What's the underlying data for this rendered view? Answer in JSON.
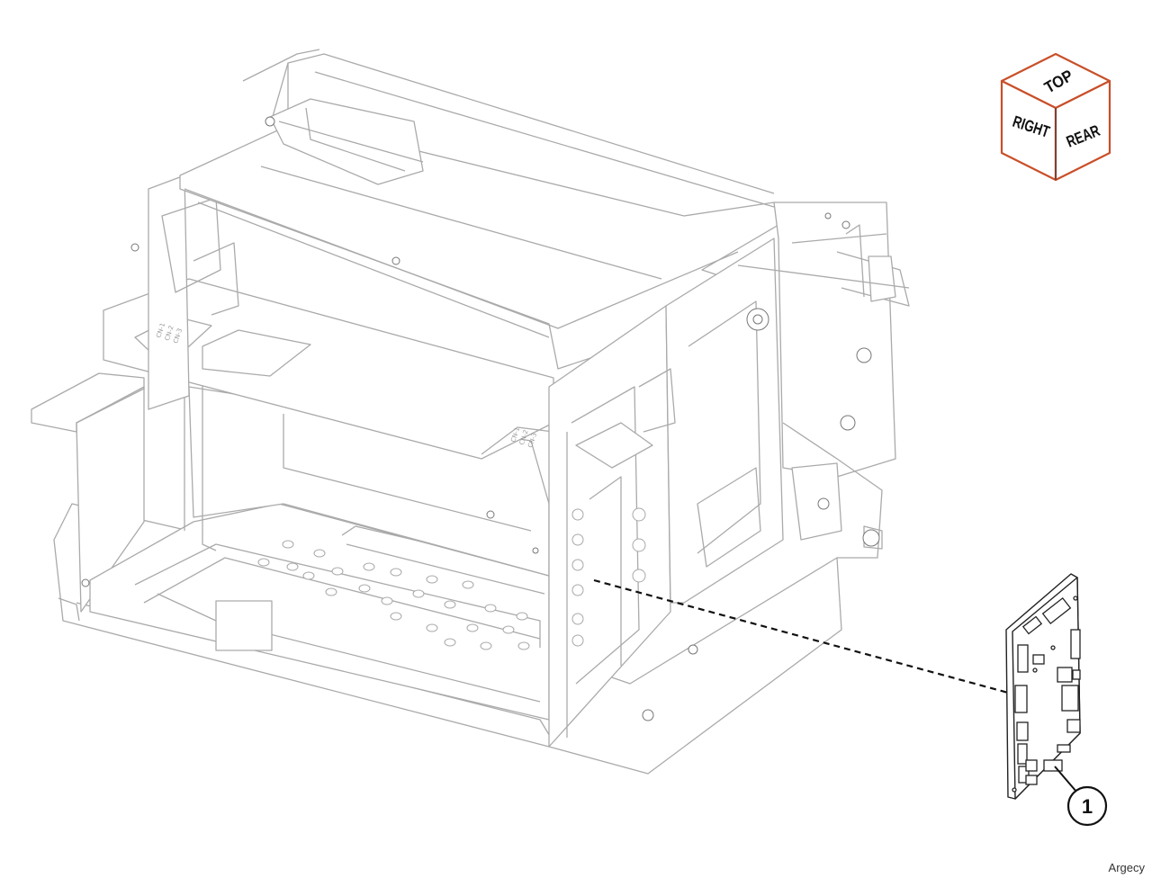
{
  "orientation_cube": {
    "top_label": "TOP",
    "right_label": "RIGHT",
    "rear_label": "REAR",
    "edge_color": "#c8502a"
  },
  "callouts": [
    {
      "number": "1",
      "part": "controller board"
    }
  ],
  "frame_labels": {
    "left_tag_a": "CN-1",
    "left_tag_b": "CN-2",
    "left_tag_c": "CN-3",
    "right_tag_a": "CN-1",
    "right_tag_b": "CN-2",
    "right_tag_c": "CN-3"
  },
  "watermark": "Argecy",
  "colors": {
    "frame_line": "#aaaaaa",
    "part_line": "#222222"
  }
}
